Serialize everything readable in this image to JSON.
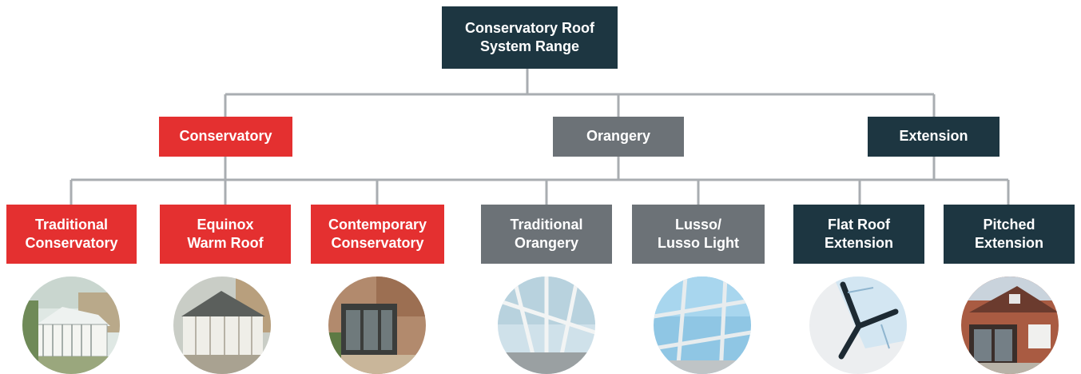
{
  "root": {
    "label": "Conservatory Roof\nSystem Range",
    "color": "#1d3641"
  },
  "categories": [
    {
      "label": "Conservatory",
      "color": "#e43030"
    },
    {
      "label": "Orangery",
      "color": "#6c7277"
    },
    {
      "label": "Extension",
      "color": "#1d3641"
    }
  ],
  "products": [
    {
      "label": "Traditional\nConservatory",
      "color": "#e43030",
      "image": "traditional-conservatory-photo"
    },
    {
      "label": "Equinox\nWarm Roof",
      "color": "#e43030",
      "image": "equinox-warm-roof-photo"
    },
    {
      "label": "Contemporary\nConservatory",
      "color": "#e43030",
      "image": "contemporary-conservatory-photo"
    },
    {
      "label": "Traditional\nOrangery",
      "color": "#6c7277",
      "image": "traditional-orangery-photo"
    },
    {
      "label": "Lusso/\nLusso Light",
      "color": "#6c7277",
      "image": "lusso-roof-photo"
    },
    {
      "label": "Flat Roof\nExtension",
      "color": "#1d3641",
      "image": "flat-roof-extension-photo"
    },
    {
      "label": "Pitched\nExtension",
      "color": "#1d3641",
      "image": "pitched-extension-photo"
    }
  ],
  "connector_color": "#a9adb1"
}
